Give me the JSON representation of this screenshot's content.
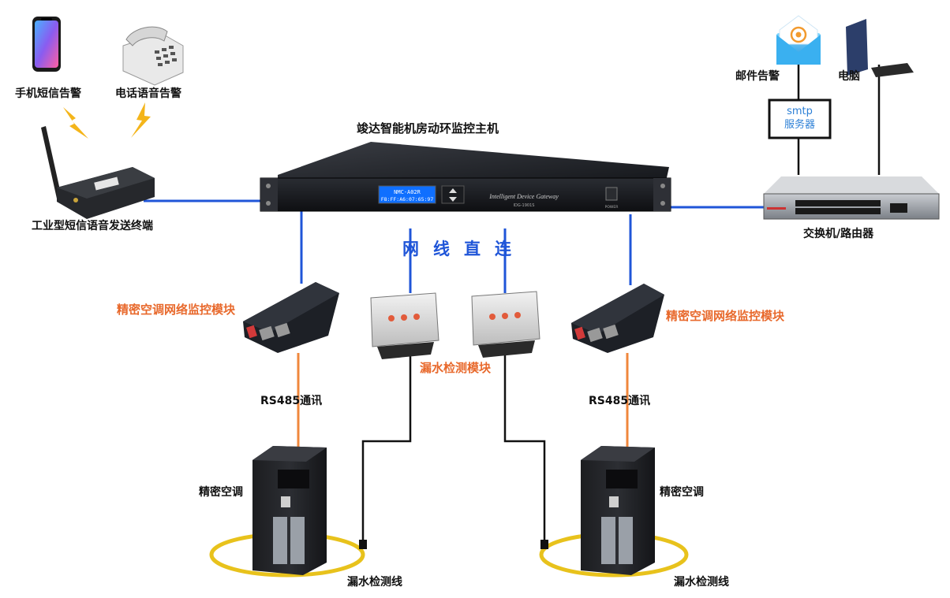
{
  "title": "竣达智能机房动环监控主机",
  "connection_label": "网线直连",
  "labels": {
    "sms_alarm": "手机短信告警",
    "phone_alarm": "电话语音告警",
    "gsm_terminal": "工业型短信语音发送终端",
    "email_alarm": "邮件告警",
    "computer": "电脑",
    "smtp_line1": "smtp",
    "smtp_line2": "服务器",
    "switch": "交换机/路由器",
    "ac_module_left": "精密空调网络监控模块",
    "ac_module_right": "精密空调网络监控模块",
    "leak_module": "漏水检测模块",
    "rs485_left": "RS485通讯",
    "rs485_right": "RS485通讯",
    "ac_left": "精密空调",
    "ac_right": "精密空调",
    "leak_line_left": "漏水检测线",
    "leak_line_right": "漏水检测线"
  },
  "device": {
    "lcd_line1": "NMC-A02R",
    "lcd_line2": "F8:FF:A6:07:65:97",
    "panel_text": "Intelligent Device Gateway",
    "panel_subtext": "IDG-1901S",
    "power_label": "POWER"
  },
  "colors": {
    "ethernet": "#1f55d8",
    "rs485": "#f0873c",
    "leak_wire": "#111111",
    "accent_orange": "#e8692c"
  }
}
